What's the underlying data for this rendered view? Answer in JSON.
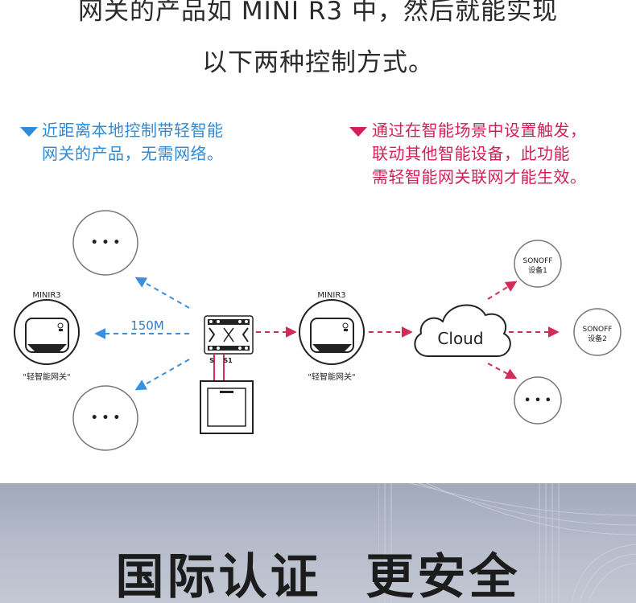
{
  "headline": {
    "line1": "网关的产品如 MINI R3 中，然后就能实现",
    "line2": "以下两种控制方式。"
  },
  "notes": {
    "left": [
      "近距离本地控制带轻智能",
      "网关的产品，无需网络。"
    ],
    "right": [
      "通过在智能场景中设置触发，",
      "联动其他智能设备，此功能",
      "需轻智能网关联网才能生效。"
    ],
    "left_color": "#2f8ad8",
    "right_color": "#d32057"
  },
  "diagram": {
    "left_device": {
      "model": "MINIR3",
      "caption": "\"轻智能网关\""
    },
    "center_device": {
      "model": "MINIR3",
      "caption": "\"轻智能网关\""
    },
    "distance": "150M",
    "ellipsis": "• • •",
    "switch_terminals": [
      "S",
      "S1"
    ],
    "cloud": "Cloud",
    "devices": [
      {
        "brand": "SONOFF",
        "name": "设备1"
      },
      {
        "brand": "SONOFF",
        "name": "设备2"
      }
    ],
    "local_link_color": "#3b8fdd",
    "cloud_link_color": "#d32a5a"
  },
  "banner": {
    "title": "国际认证 更安全"
  }
}
